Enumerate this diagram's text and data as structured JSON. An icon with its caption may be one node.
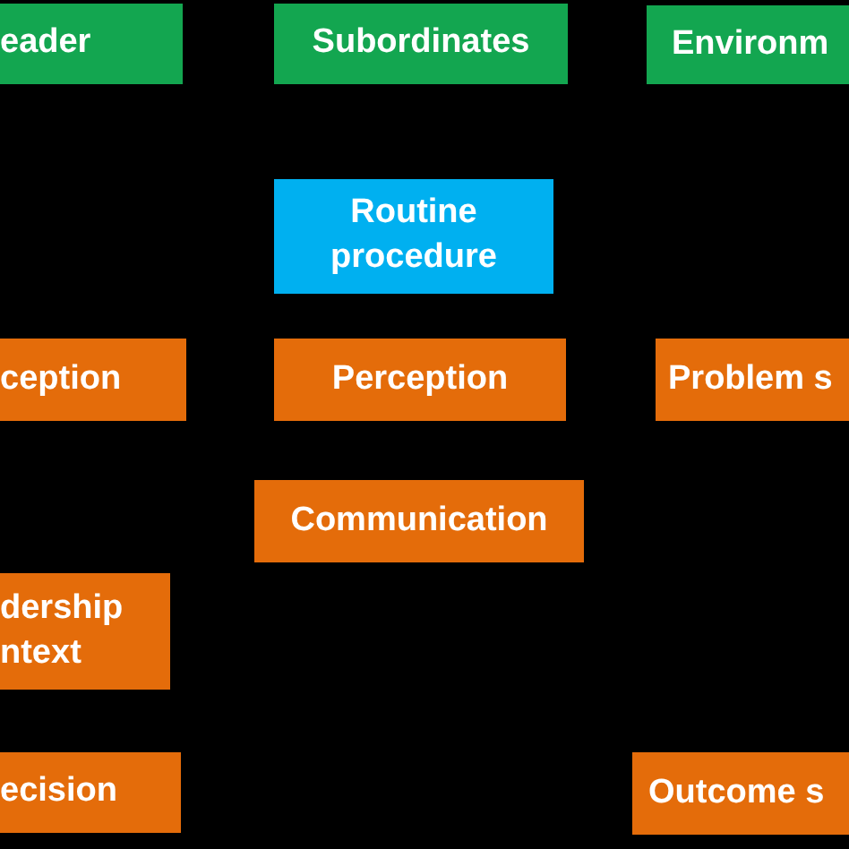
{
  "diagram": {
    "nodes": [
      {
        "text": [
          "eader"
        ]
      },
      {
        "text": [
          "Subordinates"
        ]
      },
      {
        "text": [
          "Environm"
        ]
      },
      {
        "text": [
          "Routine procedure"
        ]
      },
      {
        "text": [
          "ception"
        ]
      },
      {
        "text": [
          "Perception"
        ]
      },
      {
        "text": [
          "Problem s"
        ]
      },
      {
        "text": [
          "Communication"
        ]
      },
      {
        "text": [
          "dership ntext"
        ]
      },
      {
        "text": [
          "ecision"
        ]
      },
      {
        "text": [
          "Outcome s"
        ]
      }
    ]
  }
}
